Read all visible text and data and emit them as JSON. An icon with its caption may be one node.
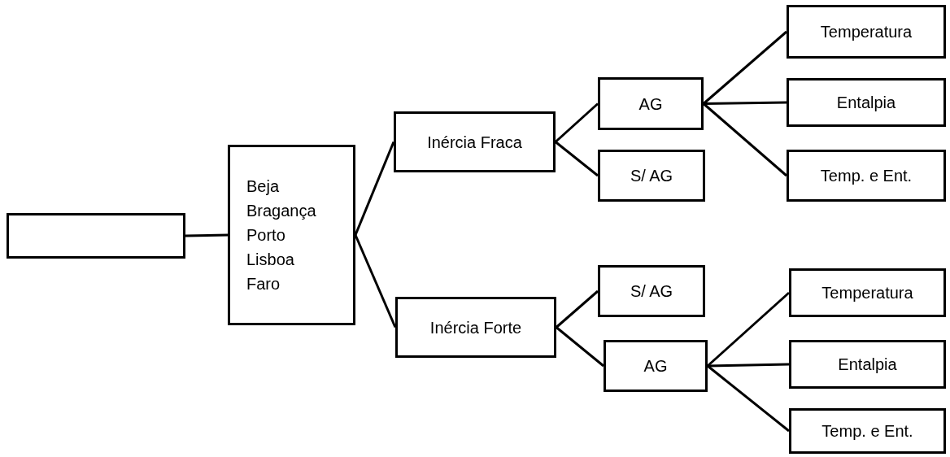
{
  "diagram": {
    "nodes": [
      {
        "text": [],
        "shape": "box"
      },
      {
        "text": [
          "Beja",
          "Bragança",
          "Porto",
          "Lisboa",
          "Faro"
        ]
      },
      {
        "text": [
          "Inércia Fraca"
        ]
      },
      {
        "text": [
          "AG"
        ]
      },
      {
        "text": [
          "S/ AG"
        ]
      },
      {
        "text": [
          "Temperatura"
        ]
      },
      {
        "text": [
          "Entalpia"
        ]
      },
      {
        "text": [
          "Temp. e Ent."
        ]
      },
      {
        "text": [
          "Inércia Forte"
        ]
      },
      {
        "text": [
          "S/ AG"
        ]
      },
      {
        "text": [
          "AG"
        ]
      },
      {
        "text": [
          "Temperatura"
        ]
      },
      {
        "text": [
          "Entalpia"
        ]
      },
      {
        "text": [
          "Temp. e Ent."
        ]
      }
    ],
    "edges": [
      {
        "from": 0,
        "to": 1,
        "arrow": "none"
      },
      {
        "from": 1,
        "to": 2,
        "arrow": "none"
      },
      {
        "from": 1,
        "to": 8,
        "arrow": "none"
      },
      {
        "from": 2,
        "to": 3,
        "arrow": "none"
      },
      {
        "from": 2,
        "to": 4,
        "arrow": "none"
      },
      {
        "from": 3,
        "to": 5,
        "arrow": "none"
      },
      {
        "from": 3,
        "to": 6,
        "arrow": "none"
      },
      {
        "from": 3,
        "to": 7,
        "arrow": "none"
      },
      {
        "from": 8,
        "to": 9,
        "arrow": "none"
      },
      {
        "from": 8,
        "to": 10,
        "arrow": "none"
      },
      {
        "from": 10,
        "to": 11,
        "arrow": "none"
      },
      {
        "from": 10,
        "to": 12,
        "arrow": "none"
      },
      {
        "from": 10,
        "to": 13,
        "arrow": "none"
      }
    ]
  }
}
